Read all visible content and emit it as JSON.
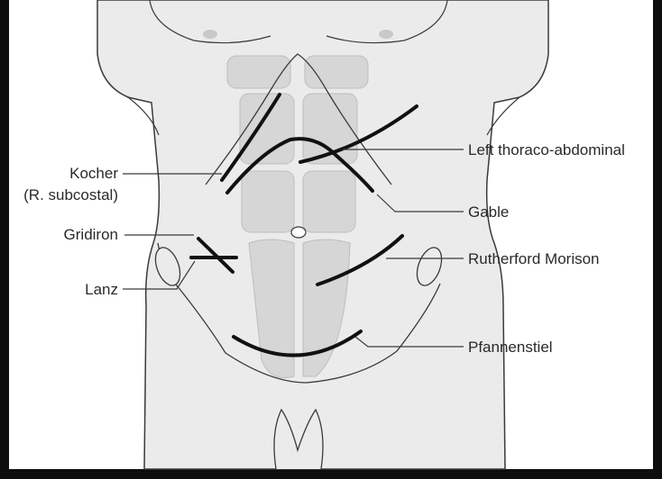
{
  "labels": {
    "kocher": "Kocher",
    "kocher_sub": "(R. subcostal)",
    "gridiron": "Gridiron",
    "lanz": "Lanz",
    "left_thoraco_abdominal": "Left thoraco-abdominal",
    "gable": "Gable",
    "rutherford_morison": "Rutherford Morison",
    "pfannenstiel": "Pfannenstiel"
  },
  "colors": {
    "frame": "#0d0d0d",
    "background": "#ffffff",
    "skin": "#ebebeb",
    "outline": "#3a3a3a",
    "muscle": "#d6d6d6",
    "incision": "#111111"
  }
}
